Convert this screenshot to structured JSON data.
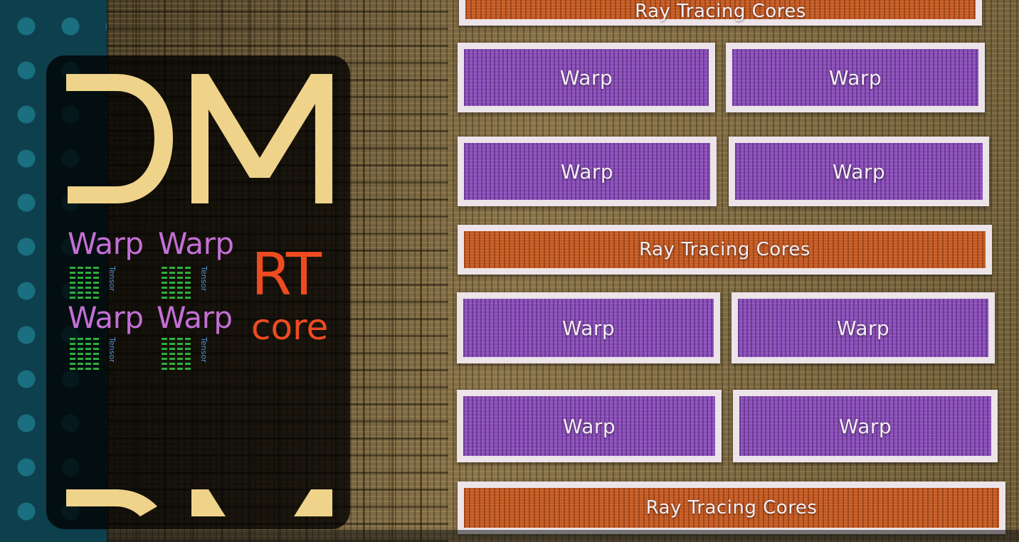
{
  "die_blocks": [
    {
      "label": "Ray Tracing Cores",
      "kind": "rt"
    },
    {
      "label": "Warp",
      "kind": "warp"
    },
    {
      "label": "Warp",
      "kind": "warp"
    },
    {
      "label": "Warp",
      "kind": "warp"
    },
    {
      "label": "Warp",
      "kind": "warp"
    },
    {
      "label": "Ray Tracing Cores",
      "kind": "rt"
    },
    {
      "label": "Warp",
      "kind": "warp"
    },
    {
      "label": "Warp",
      "kind": "warp"
    },
    {
      "label": "Warp",
      "kind": "warp"
    },
    {
      "label": "Warp",
      "kind": "warp"
    },
    {
      "label": "Ray Tracing Cores",
      "kind": "rt"
    }
  ],
  "sm_panel": {
    "warp_labels": [
      "Warp",
      "Warp",
      "Warp",
      "Warp"
    ],
    "tensor_label": "Tensor",
    "rt_core": {
      "line1": "RT",
      "line2": "core"
    }
  },
  "colors": {
    "warp": "#8a4fb8",
    "rt": "#c35a24",
    "sm_logo": "#efd38a",
    "warp_text": "#c46fd6",
    "rt_text": "#ef4b20",
    "tensor": "#2fae3a"
  }
}
